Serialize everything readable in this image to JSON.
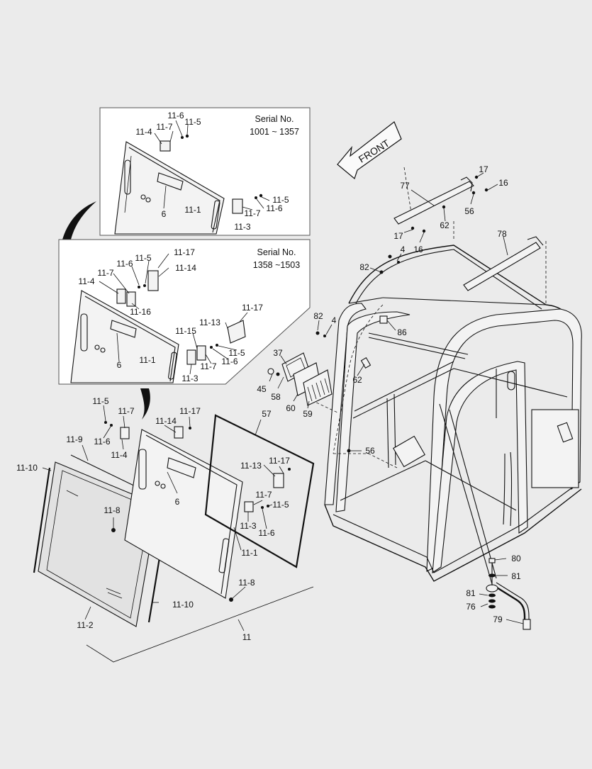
{
  "insets": {
    "top": {
      "serial_label": "Serial No.",
      "serial_range": "1001 ~ 1357"
    },
    "bottom": {
      "serial_label": "Serial No.",
      "serial_range": "1358 ~1503"
    }
  },
  "front_arrow": {
    "text": "FRONT"
  },
  "callouts": {
    "t_11_6": "11-6",
    "t_11_5": "11-5",
    "t_11_4": "11-4",
    "t_11_7a": "11-7",
    "t_6": "6",
    "t_11_1": "11-1",
    "t_11_5b": "11-5",
    "t_11_6b": "11-6",
    "t_11_7b": "11-7",
    "t_11_3": "11-3",
    "b_11_17a": "11-17",
    "b_11_5": "11-5",
    "b_11_6": "11-6",
    "b_11_14": "11-14",
    "b_11_7": "11-7",
    "b_11_4": "11-4",
    "b_11_16": "11-16",
    "b_11_17b": "11-17",
    "b_11_13": "11-13",
    "b_11_15": "11-15",
    "b_11_5b": "11-5",
    "b_6": "6",
    "b_11_1": "11-1",
    "b_11_7b": "11-7",
    "b_11_6b": "11-6",
    "b_11_3": "11-3",
    "d_11_5": "11-5",
    "d_11_7": "11-7",
    "d_11_17a": "11-17",
    "d_11_9": "11-9",
    "d_11_6": "11-6",
    "d_11_14": "11-14",
    "d_57": "57",
    "d_11_10a": "11-10",
    "d_11_4": "11-4",
    "d_11_17b": "11-17",
    "d_11_13": "11-13",
    "d_6": "6",
    "d_11_8a": "11-8",
    "d_11_7b": "11-7",
    "d_11_5b": "11-5",
    "d_11_3": "11-3",
    "d_11_6b": "11-6",
    "d_11_1": "11-1",
    "d_11_8b": "11-8",
    "d_11_10b": "11-10",
    "d_11_2": "11-2",
    "d_11": "11",
    "c_77": "77",
    "c_17a": "17",
    "c_16a": "16",
    "c_56a": "56",
    "c_62a": "62",
    "c_17b": "17",
    "c_16b": "16",
    "c_78": "78",
    "c_82a": "82",
    "c_4a": "4",
    "c_86": "86",
    "c_82b": "82",
    "c_4b": "4",
    "c_37": "37",
    "c_62b": "62",
    "c_45": "45",
    "c_58": "58",
    "c_60": "60",
    "c_59": "59",
    "c_56b": "56",
    "c_80": "80",
    "c_81a": "81",
    "c_81b": "81",
    "c_76": "76",
    "c_79": "79"
  }
}
